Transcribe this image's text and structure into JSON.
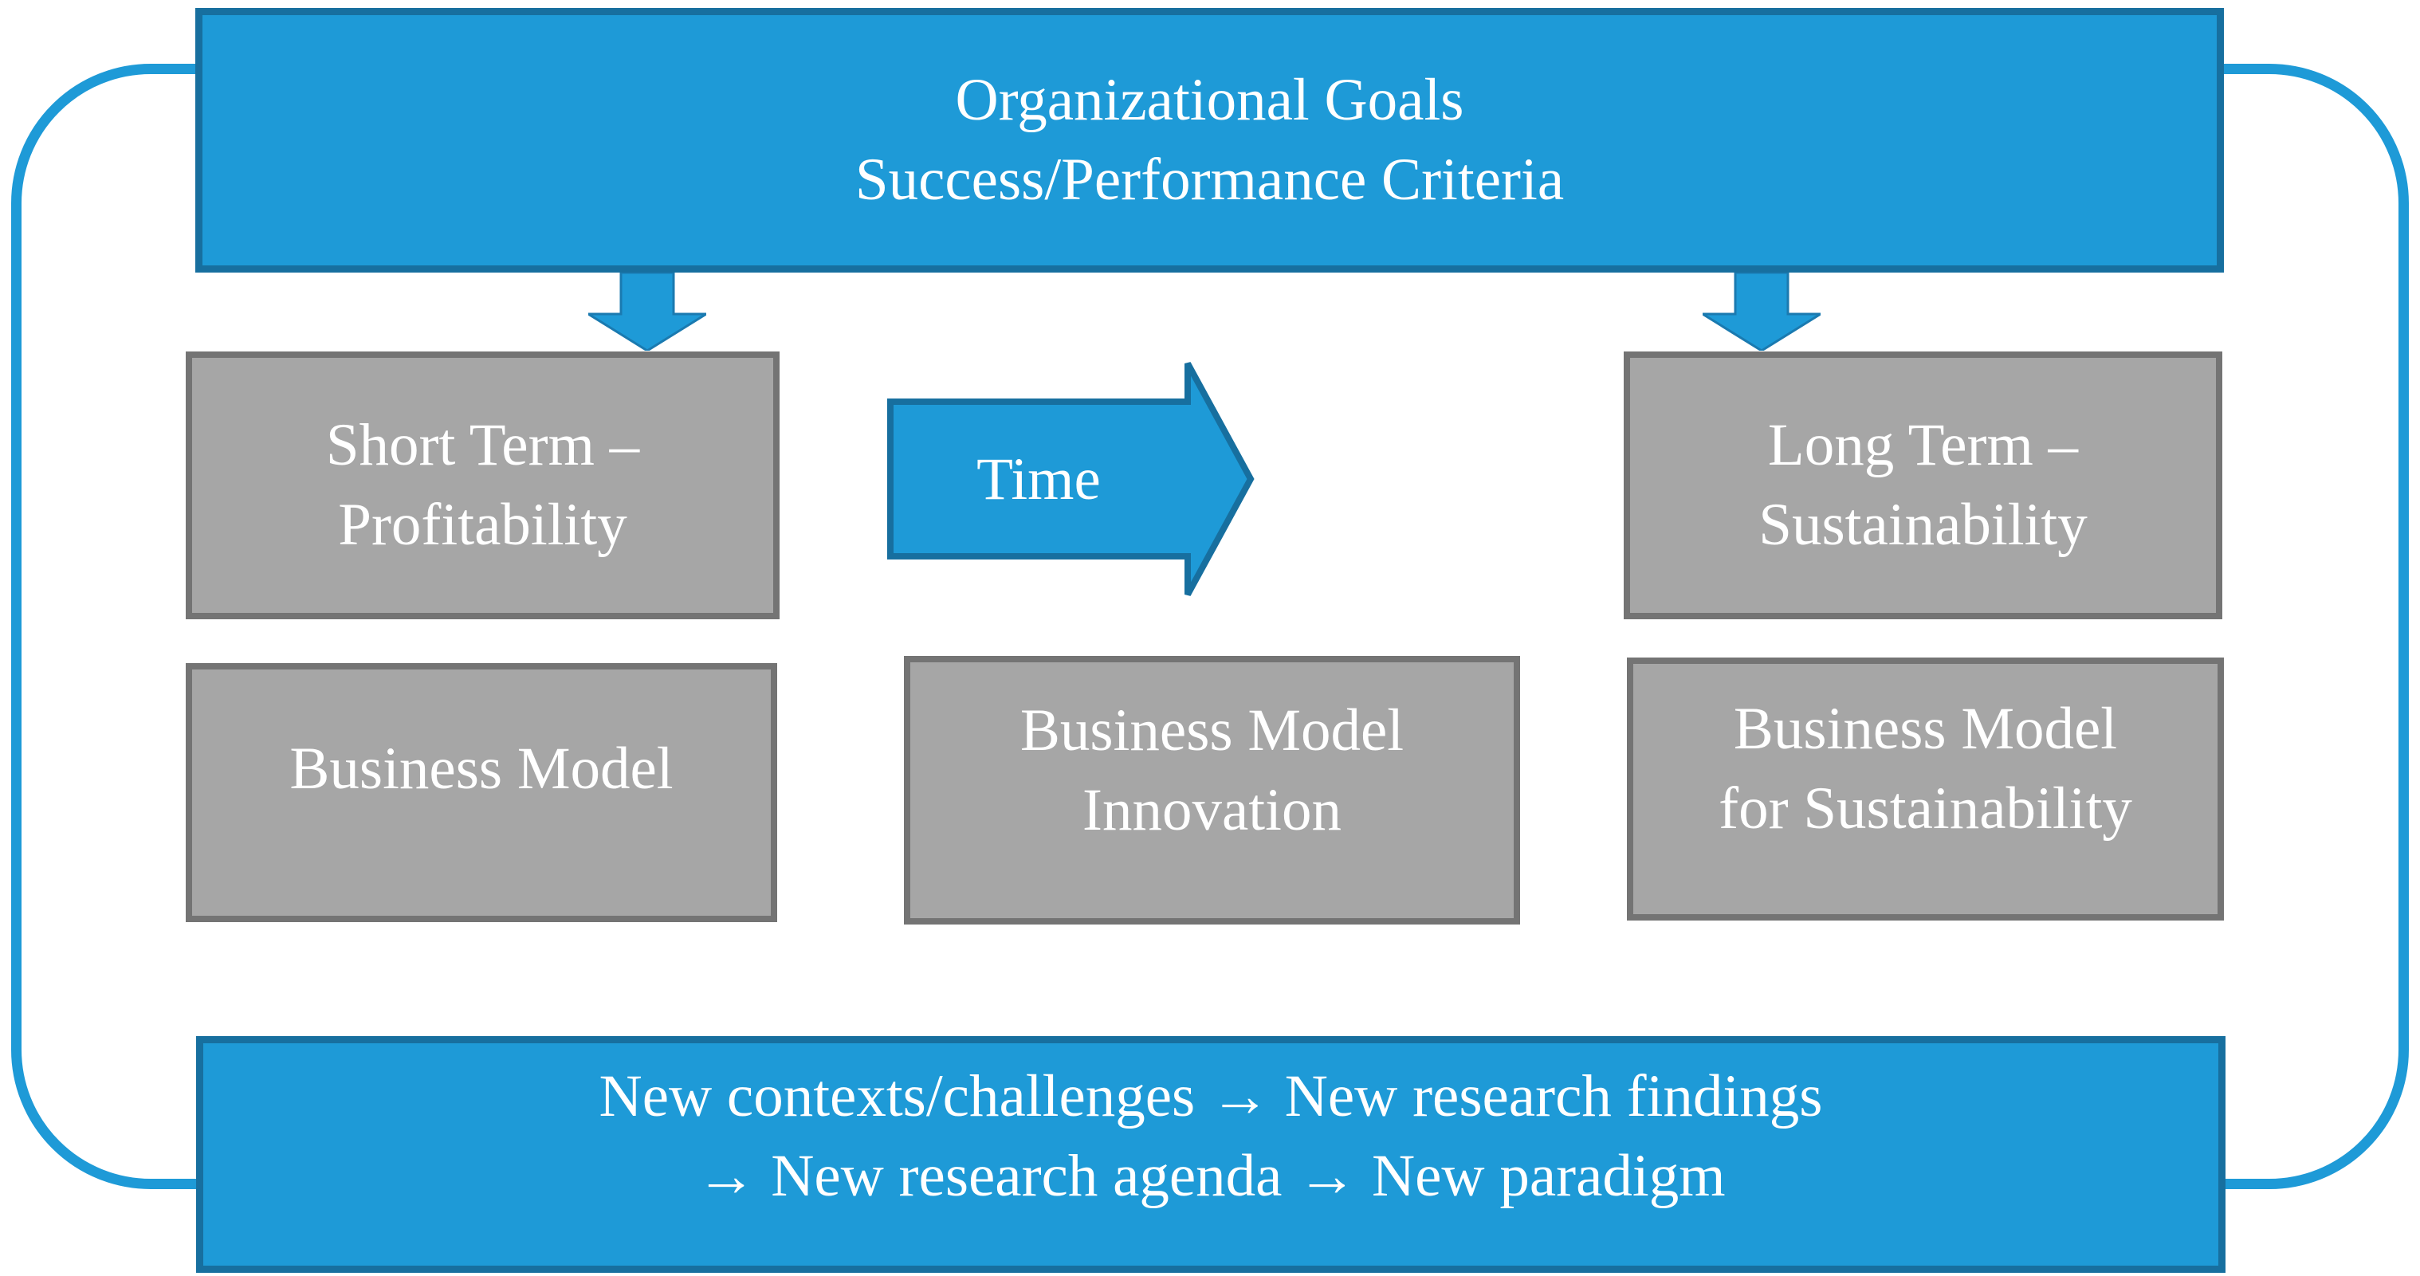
{
  "diagram": {
    "top_box": {
      "lines": [
        "Organizational Goals",
        "Success/Performance Criteria"
      ]
    },
    "row1": {
      "left_box": {
        "lines": [
          "Short Term –",
          "Profitability"
        ]
      },
      "time_arrow": {
        "label": "Time"
      },
      "right_box": {
        "lines": [
          "Long Term –",
          "Sustainability"
        ]
      }
    },
    "row2": {
      "left_box": {
        "lines": [
          "Business Model"
        ]
      },
      "middle_box": {
        "lines": [
          "Business Model",
          "Innovation"
        ]
      },
      "right_box": {
        "lines": [
          "Business Model",
          "for Sustainability"
        ]
      }
    },
    "bottom_box": {
      "lines": [
        "New contexts/challenges → New research findings",
        "→ New research agenda → New paradigm"
      ]
    },
    "colors": {
      "blue_fill": "#1e9ad7",
      "blue_border": "#176f9f",
      "gray_fill": "#a6a6a6",
      "gray_border": "#747474",
      "text": "#ffffff"
    }
  }
}
